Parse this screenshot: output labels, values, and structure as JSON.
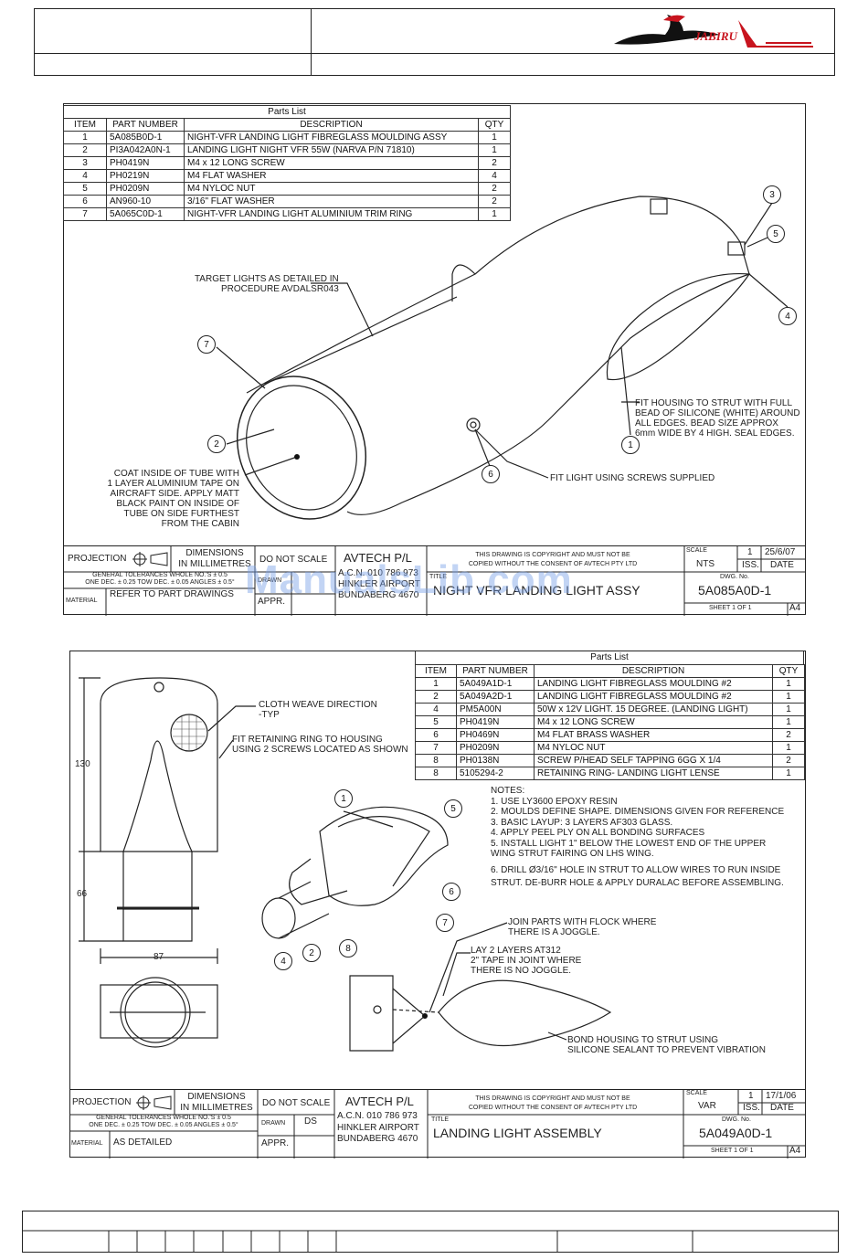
{
  "brand": {
    "logo_text": "JABIRU"
  },
  "watermark": "ManualsLib.com",
  "drawing1": {
    "parts_list_title": "Parts List",
    "headers": [
      "ITEM",
      "PART NUMBER",
      "DESCRIPTION",
      "QTY"
    ],
    "rows": [
      [
        "1",
        "5A085B0D-1",
        "NIGHT-VFR LANDING LIGHT FIBREGLASS MOULDING ASSY",
        "1"
      ],
      [
        "2",
        "PI3A042A0N-1",
        "LANDING LIGHT NIGHT VFR 55W (NARVA P/N 71810)",
        "1"
      ],
      [
        "3",
        "PH0419N",
        "M4 x 12 LONG SCREW",
        "2"
      ],
      [
        "4",
        "PH0219N",
        "M4 FLAT WASHER",
        "4"
      ],
      [
        "5",
        "PH0209N",
        "M4 NYLOC NUT",
        "2"
      ],
      [
        "6",
        "AN960-10",
        "3/16\" FLAT WASHER",
        "2"
      ],
      [
        "7",
        "5A065C0D-1",
        "NIGHT-VFR LANDING LIGHT ALUMINIUM TRIM RING",
        "1"
      ]
    ],
    "notes": {
      "target": [
        "TARGET LIGHTS AS DETAILED IN",
        "PROCEDURE AVDALSR043"
      ],
      "coat": [
        "COAT INSIDE OF TUBE WITH",
        "1 LAYER ALUMINIUM TAPE ON",
        "AIRCRAFT SIDE. APPLY MATT",
        "BLACK PAINT ON INSIDE OF",
        "TUBE ON SIDE FURTHEST",
        "FROM THE CABIN"
      ],
      "fit_housing": [
        "FIT HOUSING TO STRUT WITH FULL",
        "BEAD OF SILICONE (WHITE) AROUND",
        "ALL EDGES.  BEAD SIZE APPROX",
        "6mm WIDE BY 4 HIGH.  SEAL EDGES."
      ],
      "fit_light": "FIT LIGHT USING SCREWS SUPPLIED"
    },
    "callouts": [
      "3",
      "5",
      "4",
      "7",
      "2",
      "6",
      "1"
    ],
    "title_block": {
      "projection": "PROJECTION",
      "dimensions": [
        "DIMENSIONS",
        "IN MILLIMETRES"
      ],
      "do_not_scale": "DO NOT SCALE",
      "company": "AVTECH P/L",
      "acn": "A.C.N. 010 786 973",
      "address1": "HINKLER AIRPORT",
      "address2": "BUNDABERG 4670",
      "copyright": [
        "THIS DRAWING IS COPYRIGHT AND MUST NOT BE",
        "COPIED WITHOUT THE CONSENT OF AVTECH PTY LTD"
      ],
      "tolerances": [
        "GENERAL TOLERANCES WHOLE NO.'S ± 0.5",
        "ONE DEC. ± 0.25 TOW DEC. ± 0.05 ANGLES ± 0.5°"
      ],
      "drawn_label": "DRAWN",
      "drawn": "",
      "appr_label": "APPR.",
      "material_label": "MATERIAL",
      "material": "REFER TO PART DRAWINGS",
      "title_label": "TITLE",
      "title": "NIGHT VFR LANDING LIGHT ASSY",
      "scale_label": "SCALE",
      "scale": "NTS",
      "iss_no": "1",
      "iss_label": "ISS.",
      "date": "25/6/07",
      "date_label": "DATE",
      "dwg_label": "DWG. No.",
      "dwg_no": "5A085A0D-1",
      "sheet": "SHEET  1   OF   1",
      "size": "A4"
    }
  },
  "drawing2": {
    "parts_list_title": "Parts List",
    "headers": [
      "ITEM",
      "PART NUMBER",
      "DESCRIPTION",
      "QTY"
    ],
    "rows": [
      [
        "1",
        "5A049A1D-1",
        "LANDING LIGHT FIBREGLASS MOULDING #2",
        "1"
      ],
      [
        "2",
        "5A049A2D-1",
        "LANDING LIGHT FIBREGLASS MOULDING #2",
        "1"
      ],
      [
        "4",
        "PM5A00N",
        "50W x 12V LIGHT. 15 DEGREE. (LANDING LIGHT)",
        "1"
      ],
      [
        "5",
        "PH0419N",
        "M4 x 12 LONG SCREW",
        "1"
      ],
      [
        "6",
        "PH0469N",
        "M4 FLAT BRASS WASHER",
        "2"
      ],
      [
        "7",
        "PH0209N",
        "M4 NYLOC NUT",
        "1"
      ],
      [
        "8",
        "PH0138N",
        "SCREW P/HEAD SELF TAPPING 6GG X 1/4",
        "2"
      ],
      [
        "8",
        "5105294-2",
        "RETAINING RING- LANDING LIGHT LENSE",
        "1"
      ]
    ],
    "notes_title": "NOTES:",
    "notes": [
      "1. USE LY3600 EPOXY RESIN",
      "2. MOULDS DEFINE SHAPE. DIMENSIONS GIVEN FOR REFERENCE",
      "3. BASIC LAYUP: 3 LAYERS AF303 GLASS.",
      "4. APPLY PEEL PLY ON ALL BONDING SURFACES",
      "5. INSTALL LIGHT 1\" BELOW THE LOWEST END OF THE UPPER",
      "    WING STRUT FAIRING ON LHS WING.",
      "6. DRILL Ø3/16\" HOLE IN STRUT TO ALLOW WIRES TO RUN INSIDE",
      "    STRUT. DE-BURR HOLE & APPLY DURALAC BEFORE ASSEMBLING."
    ],
    "labels": {
      "cloth": [
        "CLOTH WEAVE DIRECTION",
        "-TYP"
      ],
      "retaining": [
        "FIT RETAINING RING TO HOUSING",
        "USING 2 SCREWS LOCATED AS SHOWN"
      ],
      "join": [
        "JOIN PARTS WITH FLOCK WHERE",
        "THERE IS A JOGGLE."
      ],
      "lay": [
        "LAY 2 LAYERS AT312",
        "2\" TAPE IN JOINT WHERE",
        "THERE IS NO JOGGLE."
      ],
      "bond": [
        "BOND HOUSING TO STRUT USING",
        "SILICONE SEALANT TO PREVENT VIBRATION"
      ]
    },
    "dims": {
      "height": "130",
      "lower": "66",
      "width": "87"
    },
    "callouts": [
      "1",
      "5",
      "6",
      "7",
      "4",
      "2",
      "8"
    ],
    "title_block": {
      "projection": "PROJECTION",
      "dimensions": [
        "DIMENSIONS",
        "IN MILLIMETRES"
      ],
      "do_not_scale": "DO NOT SCALE",
      "company": "AVTECH P/L",
      "acn": "A.C.N. 010 786 973",
      "address1": "HINKLER AIRPORT",
      "address2": "BUNDABERG 4670",
      "copyright": [
        "THIS DRAWING IS COPYRIGHT AND MUST NOT BE",
        "COPIED WITHOUT THE CONSENT OF AVTECH PTY LTD"
      ],
      "tolerances": [
        "GENERAL TOLERANCES WHOLE NO.'S ± 0.5",
        "ONE DEC. ± 0.25 TOW DEC. ± 0.05 ANGLES ± 0.5°"
      ],
      "drawn_label": "DRAWN",
      "drawn": "DS",
      "appr_label": "APPR.",
      "material_label": "MATERIAL",
      "material": "AS DETAILED",
      "title_label": "TITLE",
      "title": "LANDING LIGHT ASSEMBLY",
      "scale_label": "SCALE",
      "scale": "VAR",
      "iss_no": "1",
      "iss_label": "ISS.",
      "date": "17/1/06",
      "date_label": "DATE",
      "dwg_label": "DWG. No.",
      "dwg_no": "5A049A0D-1",
      "sheet": "SHEET  1   OF   1",
      "size": "A4"
    }
  }
}
